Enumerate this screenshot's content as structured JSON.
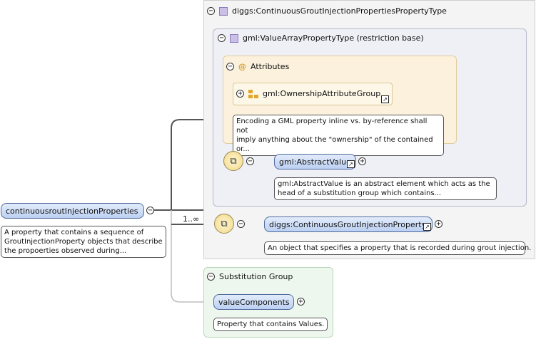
{
  "root_element": {
    "name": "continuousroutInjectionProperties",
    "doc": [
      "A property that contains a sequence of",
      "GroutInjectionProperty objects that describe",
      "the propoerties observed during..."
    ]
  },
  "type": {
    "name": "diggs:ContinuousGroutInjectionPropertiesPropertyType",
    "base": {
      "name": "gml:ValueArrayPropertyType (restriction base)",
      "attributes": {
        "label": "Attributes",
        "at_symbol": "@",
        "group": {
          "name": "gml:OwnershipAttributeGroup",
          "doc": [
            "Encoding a GML property inline vs. by-reference shall not",
            "imply anything about the \"ownership\" of the contained or..."
          ]
        }
      },
      "abstract_value": {
        "name": "gml:AbstractValue",
        "doc": [
          "gml:AbstractValue is an abstract element which acts as the",
          "head of a substitution group which contains..."
        ]
      }
    },
    "sequence": {
      "cardinality": "1..∞",
      "element": {
        "name": "diggs:ContinuousGroutInjectionProperty",
        "doc": "An object that specifies a property that is recorded during grout injection."
      }
    }
  },
  "substitution_group": {
    "label": "Substitution Group",
    "element": {
      "name": "valueComponents",
      "doc": "Property that contains Values."
    }
  },
  "symbols": {
    "collapse": "−",
    "expand": "+",
    "link": "↗",
    "compositor": "⧉"
  },
  "colors": {
    "element_fill": "#bcd0f2",
    "attr_panel": "#fbf1dc",
    "subst_panel": "#eef7ee",
    "ctype_icon": "#cbbfe6"
  }
}
